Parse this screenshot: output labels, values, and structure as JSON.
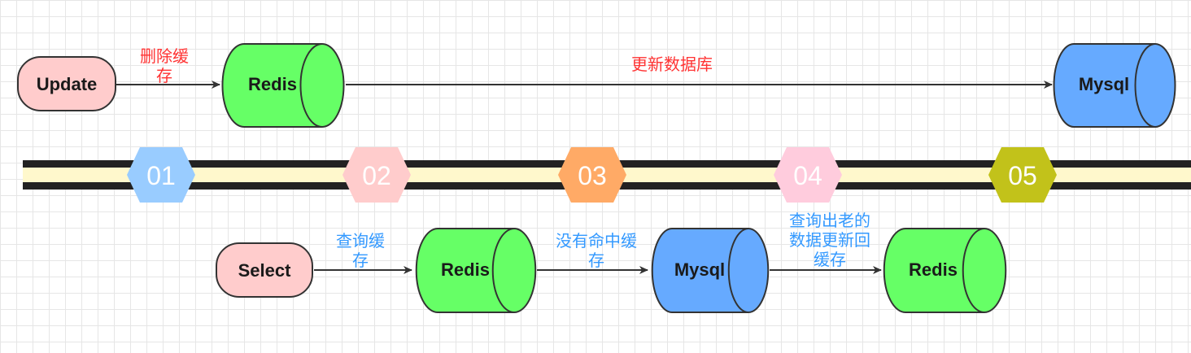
{
  "colors": {
    "update_label": "#ff3333",
    "select_label": "#3399ff",
    "redis_fill": "#66ff66",
    "mysql_fill": "#66aaff",
    "start_fill": "#ffcccc",
    "track_dark": "#222222",
    "track_light": "#fff8cc"
  },
  "update_flow": {
    "start": "Update",
    "step1_label": [
      "删除缓",
      "存"
    ],
    "redis": "Redis",
    "step2_label": "更新数据库",
    "mysql": "Mysql"
  },
  "timeline": [
    {
      "label": "01",
      "color": "#99ccff"
    },
    {
      "label": "02",
      "color": "#ffcccc"
    },
    {
      "label": "03",
      "color": "#ffaa66"
    },
    {
      "label": "04",
      "color": "#ffccdd"
    },
    {
      "label": "05",
      "color": "#c2c21a"
    }
  ],
  "select_flow": {
    "start": "Select",
    "step1_label": [
      "查询缓",
      "存"
    ],
    "redis1": "Redis",
    "step2_label": [
      "没有命中缓",
      "存"
    ],
    "mysql": "Mysql",
    "step3_label": [
      "查询出老的",
      "数据更新回",
      "缓存"
    ],
    "redis2": "Redis"
  }
}
